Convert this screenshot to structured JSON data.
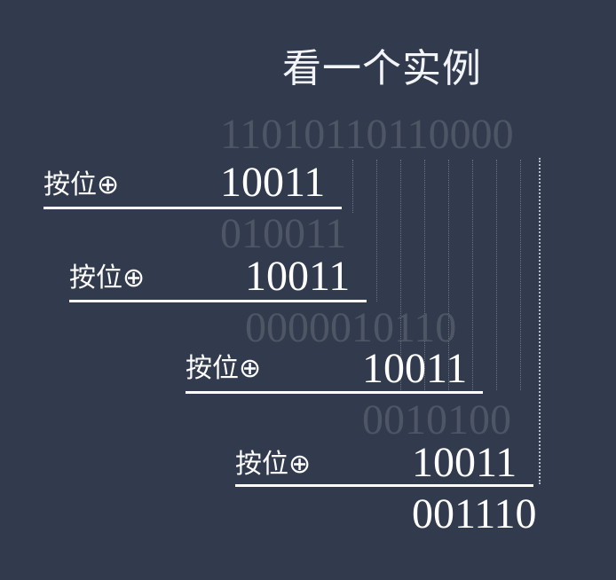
{
  "title": "看一个实例",
  "dividend": "11010110110000",
  "divisor": "10011",
  "operator_label": "按位⊕",
  "steps": [
    {
      "partial": "010011"
    },
    {
      "partial": "0000010110"
    },
    {
      "partial": "0010100"
    }
  ],
  "remainder": "001110",
  "colors": {
    "background": "#323b4e",
    "bright_text": "#ffffff",
    "dim_text": "#4e5564"
  }
}
